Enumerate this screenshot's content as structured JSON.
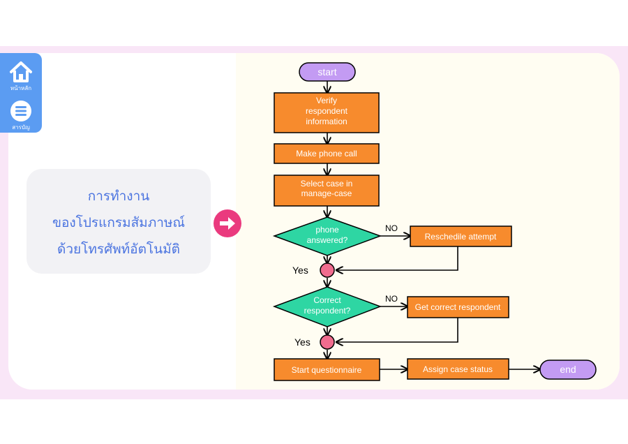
{
  "sidebar": {
    "home_label": "หน้าหลัก",
    "menu_label": "สารบัญ",
    "color": "#5b9cf2"
  },
  "title_card": {
    "lines": [
      "การทำงาน",
      "ของโปรแกรมสัมภาษณ์",
      "ด้วยโทรศัพท์อัตโนมัติ"
    ]
  },
  "flowchart": {
    "start": "start",
    "verify": [
      "Verify",
      "respondent",
      "information"
    ],
    "make_call": "Make phone call",
    "select_case": [
      "Select case in",
      "manage-case"
    ],
    "decision_answered": [
      "phone",
      "answered?"
    ],
    "no_1": "NO",
    "reschedule": "Reschedile attempt",
    "yes_1": "Yes",
    "decision_correct": [
      "Correct",
      "respondent?"
    ],
    "no_2": "NO",
    "get_correct": "Get correct respondent",
    "yes_2": "Yes",
    "start_questionnaire": "Start questionnaire",
    "assign_status": "Assign case status",
    "end": "end",
    "colors": {
      "process": "#f78b2d",
      "decision": "#2ed6a3",
      "terminal": "#c39bf3",
      "connector": "#f06c8e"
    }
  }
}
